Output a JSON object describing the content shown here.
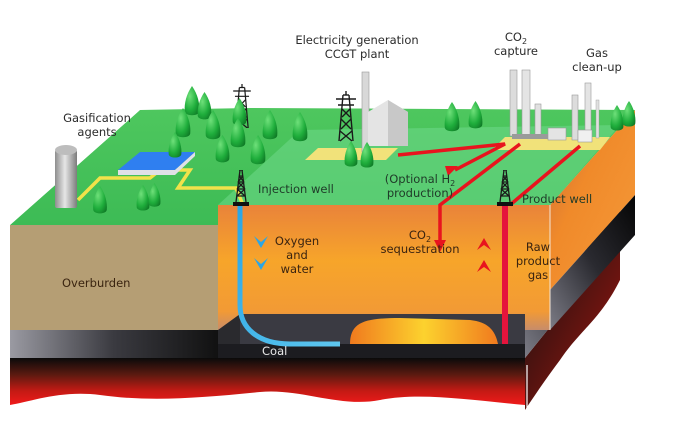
{
  "diagram": {
    "title": "Underground coal gasification process",
    "labels": {
      "electricity_line1": "Electricity generation",
      "electricity_line2": "CCGT plant",
      "co2_capture_main": "CO",
      "co2_capture_sub": "2",
      "co2_capture_line2": "capture",
      "gas_cleanup_line1": "Gas",
      "gas_cleanup_line2": "clean-up",
      "gasification_line1": "Gasification",
      "gasification_line2": "agents",
      "injection_well": "Injection well",
      "optional_h2_line1_main": "(Optional H",
      "optional_h2_line1_sub": "2",
      "optional_h2_line2": "production)",
      "product_well": "Product well",
      "co2_seq_main": "CO",
      "co2_seq_sub": "2",
      "co2_seq_line2": "sequestration",
      "oxygen_line1": "Oxygen",
      "oxygen_line2": "and",
      "oxygen_line3": "water",
      "raw_gas_line1": "Raw",
      "raw_gas_line2": "product",
      "raw_gas_line3": "gas",
      "overburden": "Overburden",
      "coal": "Coal"
    },
    "colors": {
      "ground_green": "#3fbf4f",
      "ground_green_light": "#6fd88a",
      "overburden": "#b59e74",
      "underground_orange": "#f59a2a",
      "coal_dark": "#2a2a2e",
      "injection_pipe": "#2aa6e6",
      "product_pipe": "#e5143c",
      "gas_line": "#f2e24a",
      "flow_arrow_red": "#e8141e",
      "magma_red": "#e8141e"
    }
  }
}
